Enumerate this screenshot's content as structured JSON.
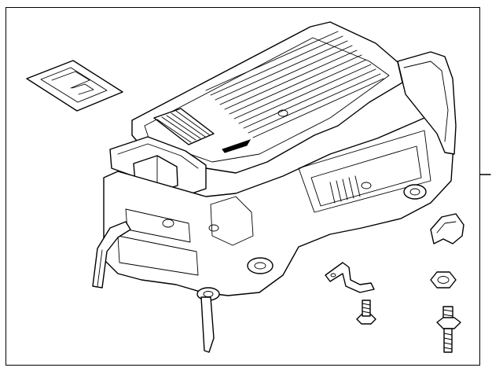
{
  "figure": {
    "type": "exploded parts diagram",
    "line_color": "#000000",
    "background": "#ffffff",
    "parts": [
      {
        "name": "inverter-assembly"
      },
      {
        "name": "warning-label"
      },
      {
        "name": "wiring-bracket"
      },
      {
        "name": "bolt"
      },
      {
        "name": "stud-bolt"
      },
      {
        "name": "hex-nut"
      },
      {
        "name": "hose-clip-cap"
      }
    ],
    "leader_line": {
      "side": "right"
    }
  }
}
